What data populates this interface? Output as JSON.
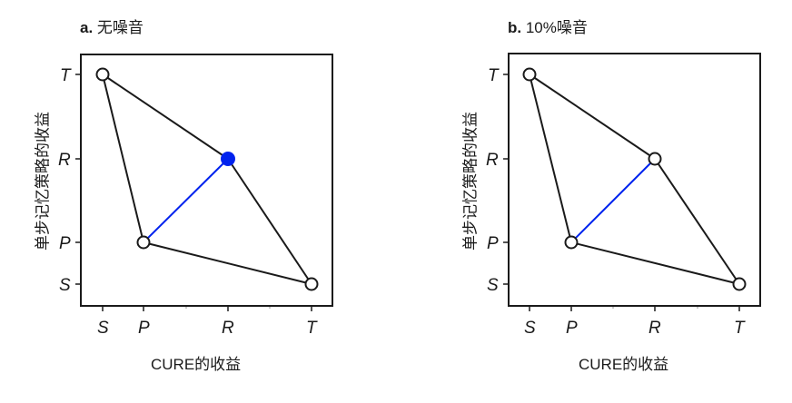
{
  "chart_data": [
    {
      "type": "scatter",
      "panel_id": "a",
      "title": "a. 无噪音",
      "title_letter": "a.",
      "title_text": "无噪音",
      "xlabel": "CURE的收益",
      "ylabel": "单步记忆策略的收益",
      "x_ticks": [
        "S",
        "P",
        "R",
        "T"
      ],
      "y_ticks": [
        "T",
        "R",
        "P",
        "S"
      ],
      "points": [
        {
          "label": "(S,T)",
          "x": "S",
          "y": "T",
          "filled": false
        },
        {
          "label": "(R,R)",
          "x": "R",
          "y": "R",
          "filled": true,
          "color": "#0022ee"
        },
        {
          "label": "(P,P)",
          "x": "P",
          "y": "P",
          "filled": false
        },
        {
          "label": "(T,S)",
          "x": "T",
          "y": "S",
          "filled": false
        }
      ],
      "polygon_edges": [
        [
          "(S,T)",
          "(R,R)"
        ],
        [
          "(R,R)",
          "(T,S)"
        ],
        [
          "(T,S)",
          "(P,P)"
        ],
        [
          "(P,P)",
          "(S,T)"
        ]
      ],
      "highlight_edge": {
        "from": "(P,P)",
        "to": "(R,R)",
        "color": "#0022ee"
      },
      "grid": false
    },
    {
      "type": "scatter",
      "panel_id": "b",
      "title": "b. 10%噪音",
      "title_letter": "b.",
      "title_text": "10%噪音",
      "xlabel": "CURE的收益",
      "ylabel": "单步记忆策略的收益",
      "x_ticks": [
        "S",
        "P",
        "R",
        "T"
      ],
      "y_ticks": [
        "T",
        "R",
        "P",
        "S"
      ],
      "points": [
        {
          "label": "(S,T)",
          "x": "S",
          "y": "T",
          "filled": false
        },
        {
          "label": "(R,R)",
          "x": "R",
          "y": "R",
          "filled": false
        },
        {
          "label": "(P,P)",
          "x": "P",
          "y": "P",
          "filled": false
        },
        {
          "label": "(T,S)",
          "x": "T",
          "y": "S",
          "filled": false
        }
      ],
      "polygon_edges": [
        [
          "(S,T)",
          "(R,R)"
        ],
        [
          "(R,R)",
          "(T,S)"
        ],
        [
          "(T,S)",
          "(P,P)"
        ],
        [
          "(P,P)",
          "(S,T)"
        ]
      ],
      "highlight_edge": {
        "from": "(P,P)",
        "to": "(R,R)",
        "color": "#0022ee"
      },
      "grid": false
    }
  ],
  "colors": {
    "accent": "#0022ee",
    "line": "#1a1a1a"
  }
}
